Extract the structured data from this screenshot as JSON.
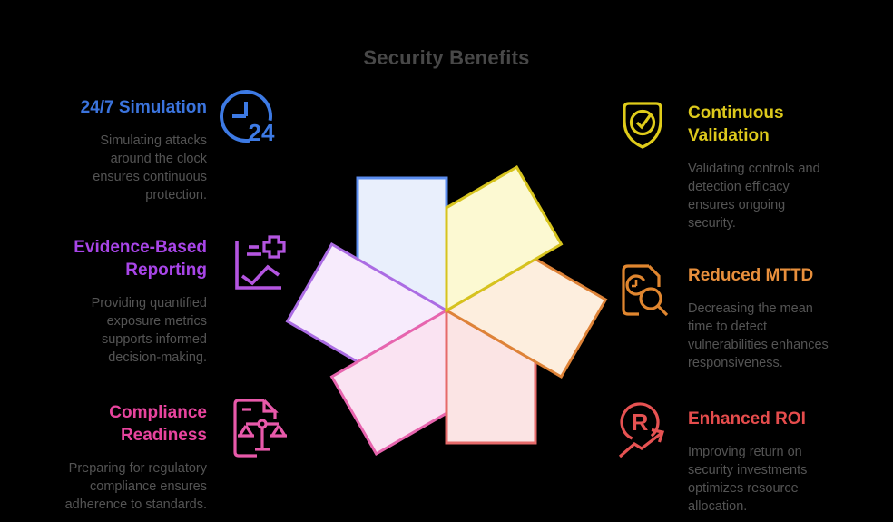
{
  "title": "Security Benefits",
  "colors": {
    "background": "#000000",
    "title": "#484848",
    "body_text": "#545454"
  },
  "flower": {
    "petals": [
      {
        "name": "blue",
        "fill": "#e9effc",
        "stroke": "#5b8def"
      },
      {
        "name": "purple",
        "fill": "#f7ebfc",
        "stroke": "#ab6ce3"
      },
      {
        "name": "pink",
        "fill": "#fae3f2",
        "stroke": "#e765ae"
      },
      {
        "name": "red",
        "fill": "#fbe4e4",
        "stroke": "#e66a6a"
      },
      {
        "name": "orange",
        "fill": "#fdeede",
        "stroke": "#de8338"
      },
      {
        "name": "yellow",
        "fill": "#fcf9d2",
        "stroke": "#d6c31e"
      }
    ]
  },
  "sections": {
    "left": [
      {
        "heading": "24/7 Simulation",
        "body": "Simulating attacks\naround the clock\nensures continuous\nprotection.",
        "color": "#3b74de",
        "icon_color": "#3d7ae4",
        "icon": "clock-24-icon",
        "icon_label": "24"
      },
      {
        "heading": "Evidence-Based\nReporting",
        "body": "Providing quantified\nexposure metrics\nsupports informed\ndecision-making.",
        "color": "#a845e8",
        "icon_color": "#b455e0",
        "icon": "report-chart-plus-icon"
      },
      {
        "heading": "Compliance\nReadiness",
        "body": "Preparing for regulatory\ncompliance ensures\nadherence to standards.",
        "color": "#e8449e",
        "icon_color": "#e859aa",
        "icon": "document-scales-icon"
      }
    ],
    "right": [
      {
        "heading": "Continuous\nValidation",
        "body": "Validating controls and\ndetection efficacy\nensures ongoing\nsecurity.",
        "color": "#ddc91c",
        "icon_color": "#e0cc1a",
        "icon": "shield-check-icon"
      },
      {
        "heading": "Reduced MTTD",
        "body": "Decreasing the mean\ntime to detect\nvulnerabilities enhances\nresponsiveness.",
        "color": "#e88f3c",
        "icon_color": "#e0862f",
        "icon": "document-search-clock-icon"
      },
      {
        "heading": "Enhanced ROI",
        "body": "Improving return on\nsecurity investments\noptimizes resource\nallocation.",
        "color": "#e54c4c",
        "icon_color": "#e65252",
        "icon": "roi-growth-arrow-icon",
        "icon_label": "R"
      }
    ]
  }
}
